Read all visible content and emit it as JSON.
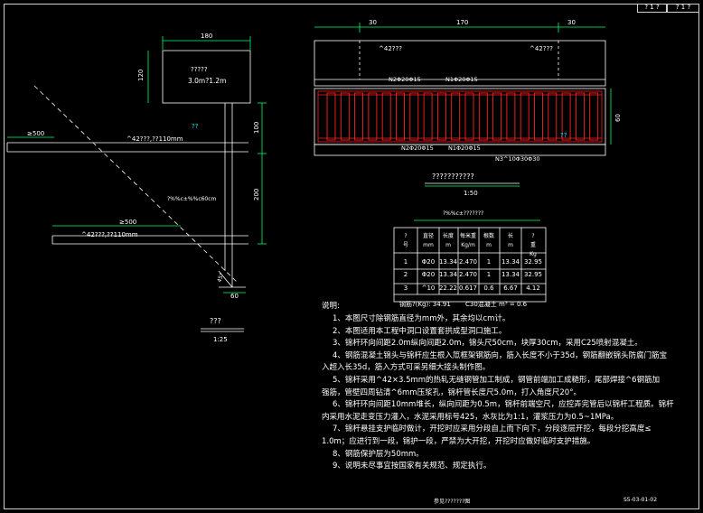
{
  "title_block": {
    "cell1": "? 1 ?",
    "cell2": "? 1 ?"
  },
  "left_view": {
    "dim_top": "180",
    "dim_left": "120",
    "box_text": "?????",
    "box_text2": "3.0m?1.2m",
    "mark": "??",
    "dim_right1": "100",
    "dim_right2": "200",
    "dim_bottom": "60",
    "angle": "45°",
    "label1_ge": "≥500",
    "label1": "^42???,??110mm",
    "label_slope": "?%%c±%%c60cm",
    "label2_ge": "≥500",
    "label2": "^42???,??110mm",
    "caption": "???",
    "scale": "1:25"
  },
  "section_view": {
    "dim_a": "30",
    "dim_b": "170",
    "dim_c": "30",
    "pipe_left": "^42???",
    "pipe_right": "^42???",
    "n2_top": "N2Φ20Φ15",
    "n1_top": "N1Φ20Φ15",
    "n2_bot": "N2Φ20Φ15",
    "n1_bot": "N1Φ20Φ15",
    "n3": "N3^10Φ30Φ30",
    "mark": "??",
    "dim_right": "60",
    "caption": "???????????",
    "scale": "1:50"
  },
  "table": {
    "title": "?%%c±???????",
    "headers": [
      "? 号",
      "直径 mm",
      "长度 m",
      "每米重 Kg/m",
      "根数 m",
      "长 m",
      "? 重 Kg"
    ],
    "rows": [
      [
        "1",
        "Φ20",
        "13.34",
        "2.470",
        "1",
        "13.34",
        "32.95"
      ],
      [
        "2",
        "Φ20",
        "13.34",
        "2.470",
        "1",
        "13.34",
        "32.95"
      ],
      [
        "3",
        "^10",
        "22.22",
        "0.617",
        "0.6",
        "6.67",
        "4.12"
      ]
    ],
    "total_label": "钢筋?(Kg): 34.91",
    "total_concrete": "C30混凝土 m³ = 0.6"
  },
  "notes": {
    "heading": "说明:",
    "items": [
      "1、本图尺寸除钢筋直径为mm外，其余均以cm计。",
      "2、本图适用本工程中洞口设置套拱成型洞口施工。",
      "3、锦杆环向间距2.0m纵向间距2.0m，锦头尺50cm，块厚30cm，采用C25喷射混凝土。",
      "4、钢筋混凝土锦头与锦杆应生根入笟框架钢筋向，筋入长度不小于35d，钢筋翻嵌锦头防腐门筋宝",
      "入超入长35d，筋入方式可采另细大接头制作图。",
      "5、锦杆采用^42×3.5mm的热轧无缝钢管加工制成，钢管前端加工成糙形，尾部焊接^6钢筋加",
      "强筋，管壁四周钻清^6mm压浆孔，锦杆管长度尺5.0m，打入角度尺20°。",
      "6、锦杆环向间距10mm堆长，纵向间距为0.5m，锦杆前端空尺，应控弄完管后以锦杆工程质。锦杆",
      "内采用水泥走变压力灌入，水泥采用标号425，水灰比为1:1，灌浆压力为0.5~1MPa。",
      "7、锦杆悬挂支护临时做计，开挖时应采用分段自上而下向下，分段逐层开挖，每段分挖高度≤",
      "1.0m；应进行到一段，锦护一段，严禁为大开挖，开挖时应做好临时支护措施。",
      "8、钢筋保护层为50mm。",
      "9、说明未尽事宜按国家有关规范、规定执行。"
    ]
  },
  "footer": {
    "center": "参见???????图",
    "right": "S5-03-01-02"
  },
  "colors": {
    "background": "#000000",
    "line": "#ffffff",
    "rebar": "#ff2020",
    "dim": "#00ff66",
    "dim2": "#ffff00",
    "cyan": "#00e5ff",
    "yellow_text": "#ffff00"
  }
}
